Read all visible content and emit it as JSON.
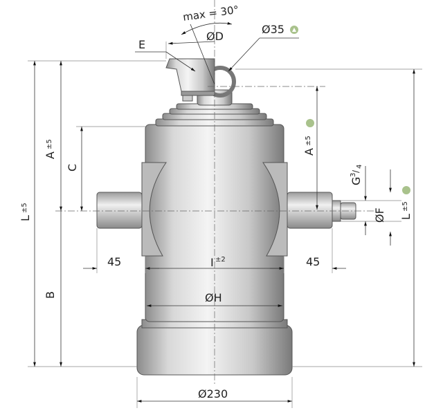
{
  "labels": {
    "angle": "max = 30°",
    "dia_d": "ØD",
    "dia_35": "Ø35",
    "e": "E",
    "a_left": "A",
    "a_left_tol": "±5",
    "c": "C",
    "l_left": "L",
    "l_left_tol": "±5",
    "b": "B",
    "a_right": "A",
    "a_right_tol": "±5",
    "g_thread": "G",
    "g_thread_sup": "3",
    "g_thread_sub": "4",
    "dia_f": "ØF",
    "l_right": "L",
    "l_right_tol": "±5",
    "dist_left": "45",
    "dist_right": "45",
    "i": "I",
    "i_tol": "±2",
    "dia_h": "ØH",
    "dia_230": "Ø230"
  },
  "colors": {
    "marker": "#a9c28c",
    "metal_light": "#eeeeee",
    "metal_dark": "#8a8a8a"
  },
  "icons": [
    "triangle-marker-icon"
  ]
}
